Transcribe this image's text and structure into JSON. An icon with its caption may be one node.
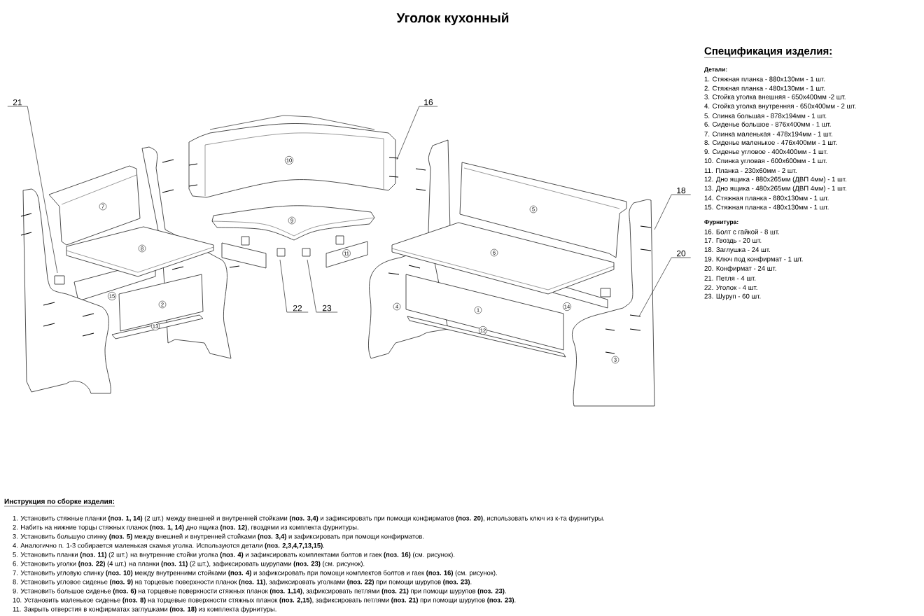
{
  "diagram": {
    "title": "Уголок кухонный",
    "nodes": [
      {
        "text": [
          "21"
        ]
      },
      {
        "text": [
          "16"
        ]
      },
      {
        "text": [
          "18"
        ]
      },
      {
        "text": [
          "20"
        ]
      },
      {
        "text": [
          "22"
        ]
      },
      {
        "text": [
          "23"
        ]
      }
    ],
    "edges": [
      {
        "from": 0,
        "to": null,
        "arrow": "none"
      },
      {
        "from": 1,
        "to": null,
        "arrow": "none"
      },
      {
        "from": 2,
        "to": null,
        "arrow": "none"
      },
      {
        "from": 3,
        "to": null,
        "arrow": "none"
      },
      {
        "from": 4,
        "to": null,
        "arrow": "none"
      },
      {
        "from": 5,
        "to": null,
        "arrow": "none"
      }
    ],
    "labels": [
      "Спецификация изделия:",
      "Детали:",
      "1. Стяжная планка - 880x130мм - 1 шт.",
      "2. Стяжная планка - 480x130мм - 1 шт.",
      "3. Стойка уголка внешняя - 650x400мм -2 шт.",
      "4. Стойка уголка внутренняя - 650x400мм - 2 шт.",
      "5. Спинка большая - 878x194мм - 1 шт.",
      "6. Сиденье большое - 876x400мм - 1 шт.",
      "7. Спинка маленькая - 478x194мм - 1 шт.",
      "8. Сиденье маленькое - 476x400мм - 1 шт.",
      "9. Сиденье угловое - 400x400мм - 1 шт.",
      "10. Спинка угловая - 600x600мм - 1 шт.",
      "11. Планка - 230x60мм - 2 шт.",
      "12. Дно ящика - 880x265мм (ДВП 4мм) - 1 шт.",
      "13. Дно ящика - 480x265мм (ДВП 4мм) - 1 шт.",
      "14. Стяжная планка - 880x130мм - 1 шт.",
      "15. Стяжная планка - 480x130мм - 1 шт.",
      "Фурнитура:",
      "16. Болт с гайкой - 8 шт.",
      "17. Гвоздь - 20 шт.",
      "18. Заглушка - 24 шт.",
      "19. Ключ под конфирмат - 1 шт.",
      "20. Конфирмат - 24 шт.",
      "21. Петля - 4 шт.",
      "22. Уголок - 4 шт.",
      "23. Шуруп - 60 шт.",
      "1",
      "2",
      "3",
      "4",
      "5",
      "6",
      "7",
      "8",
      "9",
      "10",
      "11",
      "12",
      "13",
      "14",
      "15",
      "Инструкция по сборке изделия:",
      "1. Установить стяжные планки **(поз. 1, 14)** (2 шт.) между внешней и внутренней стойками **(поз. 3,4)** и зафиксировать при помощи конфирматов **(поз. 20)**, использовать ключ из к-та фурнитуры.",
      "2. Набить на нижние торцы стяжных планок **(поз. 1, 14)** дно ящика **(поз. 12)**, гвоздями из комплекта фурнитуры.",
      "3. Установить большую спинку **(поз. 5)** между внешней и внутренней стойками **(поз. 3,4)** и зафиксировать при помощи конфирматов.",
      "4. Аналогично п. 1-3 собирается маленькая скамья уголка. Используются детали **(поз. 2,3,4,7,13,15)**.",
      "5. Установить планки **(поз. 11)** (2 шт.) на внутренние стойки уголка **(поз. 4)** и зафиксировать комплектами болтов и гаек **(поз. 16)** (см. рисунок).",
      "6. Установить уголки **(поз. 22)** (4 шт.) на планки **(поз. 11)** (2 шт.), зафиксировать шурупами **(поз. 23)** (см. рисунок).",
      "7. Установить угловую спинку **(поз. 10)** между внутренними стойками **(поз. 4)** и зафиксировать при помощи комплектов болтов и гаек **(поз. 16)** (см. рисунок).",
      "8. Установить угловое сиденье **(поз. 9)** на торцевые поверхности планок **(поз. 11)**, зафиксировать уголками **(поз. 22)** при помощи шурупов **(поз. 23)**.",
      "9. Установить большое сиденье **(поз. 6)** на торцевые поверхности стяжных планок **(поз. 1,14)**, зафиксировать петлями **(поз. 21)** при помощи шурупов **(поз. 23)**.",
      "10. Установить маленькое сиденье **(поз. 8)** на торцевые поверхности стяжных планок **(поз. 2,15)**, зафиксировать петлями **(поз. 21)** при помощи шурупов **(поз. 23)**.",
      "11. Закрыть отверстия в конфирматах заглушками **(поз. 18)** из комплекта фурнитуры."
    ]
  }
}
